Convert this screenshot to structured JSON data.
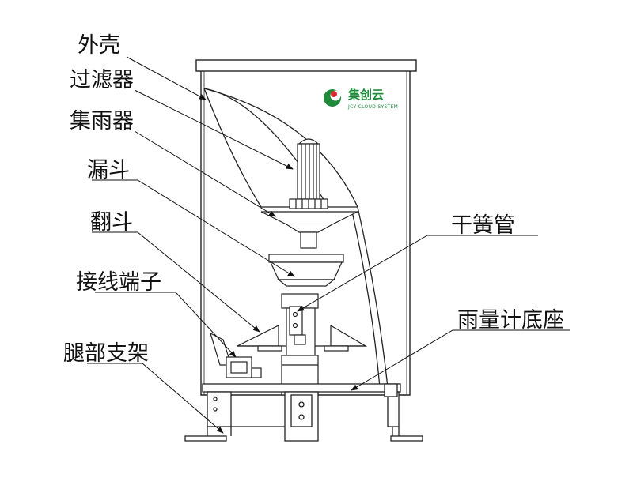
{
  "logo": {
    "name": "集创云",
    "subtitle": "JCY CLOUD SYSTEM",
    "colors": {
      "green": "#1f8a3a",
      "red": "#d9282f"
    }
  },
  "labels": {
    "shell": "外壳",
    "filter": "过滤器",
    "collector": "集雨器",
    "funnel": "漏斗",
    "tipping_bucket": "翻斗",
    "terminal_block": "接线端子",
    "leg_bracket": "腿部支架",
    "reed_switch": "干簧管",
    "gauge_base": "雨量计底座"
  },
  "colors": {
    "line": "#222222",
    "arrow": "#111111"
  }
}
